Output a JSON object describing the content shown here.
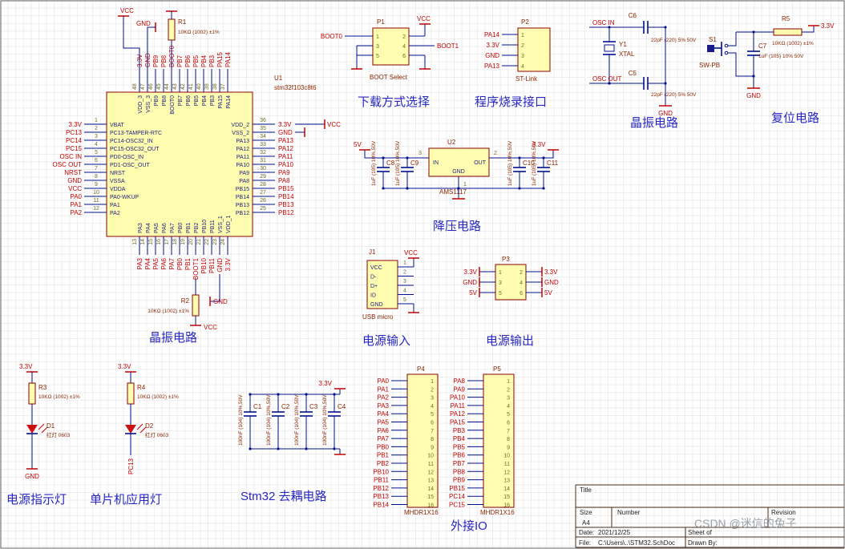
{
  "watermark": "CSDN @迷信的兔子",
  "sections": {
    "boot_select": "下载方式选择",
    "stlink": "程序烧录接口",
    "crystal": "晶振电路",
    "reset": "复位电路",
    "buck": "降压电路",
    "power_in": "电源输入",
    "power_out": "电源输出",
    "crystal2": "晶振电路",
    "power_led": "电源指示灯",
    "app_led": "单片机应用灯",
    "decoupling": "Stm32 去耦电路",
    "io": "外接IO"
  },
  "mcu": {
    "refdes": "U1",
    "part": "stm32f103c8t6",
    "left_pins": [
      {
        "num": "1",
        "name": "VBAT",
        "net": "3.3V"
      },
      {
        "num": "2",
        "name": "PC13-TAMPER-RTC",
        "net": "PC13"
      },
      {
        "num": "3",
        "name": "PC14-OSC32_IN",
        "net": "PC14"
      },
      {
        "num": "4",
        "name": "PC15-OSC32_OUT",
        "net": "PC15"
      },
      {
        "num": "5",
        "name": "PD0-OSC_IN",
        "net": "OSC IN"
      },
      {
        "num": "6",
        "name": "PD1-OSC_OUT",
        "net": "OSC OUT"
      },
      {
        "num": "7",
        "name": "NRST",
        "net": "NRST"
      },
      {
        "num": "8",
        "name": "VSSA",
        "net": "GND"
      },
      {
        "num": "9",
        "name": "VDDA",
        "net": "VCC"
      },
      {
        "num": "10",
        "name": "PA0-WKUP",
        "net": "PA0"
      },
      {
        "num": "11",
        "name": "PA1",
        "net": "PA1"
      },
      {
        "num": "12",
        "name": "PA2",
        "net": "PA2"
      }
    ],
    "right_pins": [
      {
        "num": "36",
        "name": "VDD_2",
        "net": "3.3V"
      },
      {
        "num": "35",
        "name": "VSS_2",
        "net": "GND"
      },
      {
        "num": "34",
        "name": "PA13",
        "net": "PA13"
      },
      {
        "num": "33",
        "name": "PA12",
        "net": "PA12"
      },
      {
        "num": "32",
        "name": "PA11",
        "net": "PA11"
      },
      {
        "num": "31",
        "name": "PA10",
        "net": "PA10"
      },
      {
        "num": "30",
        "name": "PA9",
        "net": "PA9"
      },
      {
        "num": "29",
        "name": "PA8",
        "net": "PA8"
      },
      {
        "num": "28",
        "name": "PB15",
        "net": "PB15"
      },
      {
        "num": "27",
        "name": "PB14",
        "net": "PB14"
      },
      {
        "num": "26",
        "name": "PB13",
        "net": "PB13"
      },
      {
        "num": "25",
        "name": "PB12",
        "net": "PB12"
      }
    ],
    "top_pins": [
      {
        "num": "48",
        "name": "VDD_3",
        "net": "3.3V"
      },
      {
        "num": "47",
        "name": "VSS_3",
        "net": "GND"
      },
      {
        "num": "46",
        "name": "PB9",
        "net": "PB9"
      },
      {
        "num": "45",
        "name": "PB8",
        "net": "PB8"
      },
      {
        "num": "44",
        "name": "BOOT0",
        "net": "BOOT0"
      },
      {
        "num": "43",
        "name": "PB7",
        "net": "PB7"
      },
      {
        "num": "42",
        "name": "PB6",
        "net": "PB6"
      },
      {
        "num": "41",
        "name": "PB5",
        "net": "PB5"
      },
      {
        "num": "40",
        "name": "PB4",
        "net": "PB4"
      },
      {
        "num": "39",
        "name": "PB3",
        "net": "PB3"
      },
      {
        "num": "38",
        "name": "PA15",
        "net": "PA15"
      },
      {
        "num": "37",
        "name": "PA14",
        "net": "PA14"
      }
    ],
    "bottom_pins": [
      {
        "num": "13",
        "name": "PA3",
        "net": "PA3"
      },
      {
        "num": "14",
        "name": "PA4",
        "net": "PA4"
      },
      {
        "num": "15",
        "name": "PA5",
        "net": "PA5"
      },
      {
        "num": "16",
        "name": "PA6",
        "net": "PA6"
      },
      {
        "num": "17",
        "name": "PA7",
        "net": "PA7"
      },
      {
        "num": "18",
        "name": "PB0",
        "net": "PB0"
      },
      {
        "num": "19",
        "name": "PB1",
        "net": "PB1"
      },
      {
        "num": "20",
        "name": "PB2",
        "net": "BOOT1"
      },
      {
        "num": "21",
        "name": "PB10",
        "net": "PB10"
      },
      {
        "num": "22",
        "name": "PB11",
        "net": "PB11"
      },
      {
        "num": "23",
        "name": "VSS_1",
        "net": "GND"
      },
      {
        "num": "24",
        "name": "VDD_1",
        "net": "3.3V"
      }
    ],
    "r1": {
      "des": "R1",
      "val": "10KΩ (1002) ±1%",
      "vcc": "VCC",
      "gnd": "GND"
    },
    "r2": {
      "des": "R2",
      "val": "10KΩ (1002) ±1%",
      "vcc": "VCC",
      "gnd": "GND"
    },
    "right_port_vcc": "VCC"
  },
  "p1": {
    "refdes": "P1",
    "comment": "BOOT Select",
    "rows": [
      {
        "l": "1",
        "r": "2"
      },
      {
        "l": "3",
        "r": "4"
      },
      {
        "l": "5",
        "r": "6"
      }
    ],
    "net_boot0": "BOOT0",
    "net_boot1": "BOOT1",
    "vcc": "VCC"
  },
  "p2": {
    "refdes": "P2",
    "comment": "ST-Link",
    "rows": [
      {
        "num": "1",
        "net": "PA14"
      },
      {
        "num": "2",
        "net": "3.3V"
      },
      {
        "num": "3",
        "net": "GND"
      },
      {
        "num": "4",
        "net": "PA13"
      }
    ]
  },
  "crystal": {
    "refdes": "Y1",
    "comment": "XTAL",
    "osc_in": "OSC IN",
    "osc_out": "OSC OUT",
    "gnd": "GND",
    "c6": {
      "des": "C6",
      "val": "22pF (220) 5% 50V"
    },
    "c5": {
      "des": "C5",
      "val": "22pF (220) 5% 50V"
    }
  },
  "reset": {
    "r5": {
      "des": "R5",
      "val": "10KΩ (1002) ±1%"
    },
    "s1": {
      "des": "S1",
      "val": "SW-PB"
    },
    "c7": {
      "des": "C7",
      "val": "1uF (105) 10% 50V"
    },
    "v33": "3.3V",
    "gnd": "GND"
  },
  "buck": {
    "refdes": "U2",
    "comment": "AMS1117",
    "pin_in": "IN",
    "pin_gnd": "GND",
    "pin_out": "OUT",
    "num_in": "3",
    "num_out": "2",
    "num_gnd": "1",
    "v5": "5V",
    "v33": "3.3V",
    "caps_left": [
      {
        "des": "C8",
        "val": "1uF (105) 10%,50V"
      },
      {
        "des": "C9",
        "val": "1uF (105) 10%,50V"
      }
    ],
    "caps_right": [
      {
        "des": "C10",
        "val": "1uF (105) 10%,50V"
      },
      {
        "des": "C11",
        "val": "1uF (105) 10%,50V"
      }
    ]
  },
  "j1": {
    "refdes": "J1",
    "comment": "USB micro",
    "vcc": "VCC",
    "pins": [
      {
        "num": "1",
        "name": "VCC"
      },
      {
        "num": "2",
        "name": "D-"
      },
      {
        "num": "3",
        "name": "D+"
      },
      {
        "num": "4",
        "name": "ID"
      },
      {
        "num": "5",
        "name": "GND"
      }
    ]
  },
  "p3": {
    "refdes": "P3",
    "rows": [
      {
        "l": "1",
        "r": "2",
        "lnet": "3.3V",
        "rnet": "3.3V"
      },
      {
        "l": "3",
        "r": "4",
        "lnet": "GND",
        "rnet": "GND"
      },
      {
        "l": "5",
        "r": "6",
        "lnet": "5V",
        "rnet": "5V"
      }
    ]
  },
  "led1": {
    "v33": "3.3V",
    "r": {
      "des": "R3",
      "val": "10KΩ (1002) ±1%"
    },
    "d": {
      "des": "D1",
      "val": "红灯 0603"
    },
    "gnd": "GND"
  },
  "led2": {
    "v33": "3.3V",
    "r": {
      "des": "R4",
      "val": "10KΩ (1002) ±1%"
    },
    "d": {
      "des": "D2",
      "val": "红灯 0603"
    },
    "net": "PC13"
  },
  "decoupling": {
    "v33": "3.3V",
    "caps": [
      {
        "des": "C1",
        "val": "100nF (104) 10%,50V"
      },
      {
        "des": "C2",
        "val": "100nF (104) 10%,50V"
      },
      {
        "des": "C3",
        "val": "100nF (104) 10%,50V"
      },
      {
        "des": "C4",
        "val": "100nF (104) 10%,50V"
      }
    ]
  },
  "io": {
    "p4": {
      "refdes": "P4",
      "comment": "MHDR1X16",
      "rows": [
        {
          "num": "1",
          "net": "PA0"
        },
        {
          "num": "2",
          "net": "PA1"
        },
        {
          "num": "3",
          "net": "PA2"
        },
        {
          "num": "4",
          "net": "PA3"
        },
        {
          "num": "5",
          "net": "PA4"
        },
        {
          "num": "6",
          "net": "PA5"
        },
        {
          "num": "7",
          "net": "PA6"
        },
        {
          "num": "8",
          "net": "PA7"
        },
        {
          "num": "9",
          "net": "PB0"
        },
        {
          "num": "10",
          "net": "PB1"
        },
        {
          "num": "11",
          "net": "PB2"
        },
        {
          "num": "12",
          "net": "PB10"
        },
        {
          "num": "13",
          "net": "PB11"
        },
        {
          "num": "14",
          "net": "PB12"
        },
        {
          "num": "15",
          "net": "PB13"
        },
        {
          "num": "16",
          "net": "PB14"
        }
      ]
    },
    "p5": {
      "refdes": "P5",
      "comment": "MHDR1X16",
      "rows": [
        {
          "num": "1",
          "net": "PA8"
        },
        {
          "num": "2",
          "net": "PA9"
        },
        {
          "num": "3",
          "net": "PA10"
        },
        {
          "num": "4",
          "net": "PA11"
        },
        {
          "num": "5",
          "net": "PA12"
        },
        {
          "num": "6",
          "net": "PA15"
        },
        {
          "num": "7",
          "net": "PB3"
        },
        {
          "num": "8",
          "net": "PB4"
        },
        {
          "num": "9",
          "net": "PB5"
        },
        {
          "num": "10",
          "net": "PB6"
        },
        {
          "num": "11",
          "net": "PB7"
        },
        {
          "num": "12",
          "net": "PB8"
        },
        {
          "num": "13",
          "net": "PB9"
        },
        {
          "num": "14",
          "net": "PB15"
        },
        {
          "num": "15",
          "net": "PC14"
        },
        {
          "num": "16",
          "net": "PC15"
        }
      ]
    }
  },
  "titleblock": {
    "title": "Title",
    "size_label": "Size",
    "size": "A4",
    "number_label": "Number",
    "revision_label": "Revision",
    "date_label": "Date:",
    "date": "2021/12/25",
    "sheet_label": "Sheet of",
    "file_label": "File:",
    "file": "C:\\Users\\..\\STM32.SchDoc",
    "drawn_label": "Drawn By:"
  }
}
